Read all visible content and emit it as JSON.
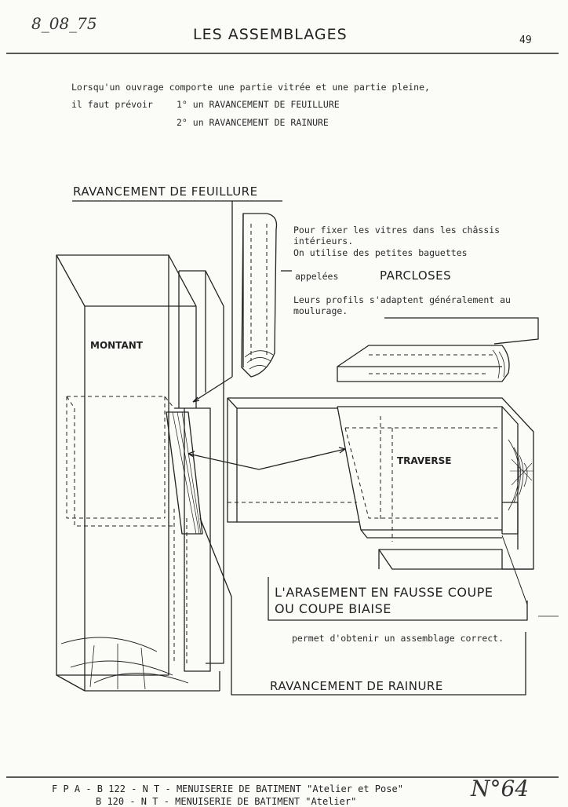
{
  "header": {
    "handwritten_date": "8_08_75",
    "title": "LES ASSEMBLAGES",
    "page_number": "49"
  },
  "intro": {
    "line1": "Lorsqu'un ouvrage comporte une partie vitrée et une partie pleine,",
    "line2_prefix": "il faut prévoir",
    "item1": "1° un RAVANCEMENT DE FEUILLURE",
    "item2": "2° un RAVANCEMENT DE RAINURE"
  },
  "diagram": {
    "heading_feuillure": "RAVANCEMENT DE FEUILLURE",
    "note_line1": "Pour fixer les vitres dans les châssis",
    "note_line2": "intérieurs.",
    "note_line3": "On utilise des petites baguettes",
    "note_appelees": "appelées",
    "note_parcloses": "PARCLOSES",
    "note_profils1": "Leurs profils s'adaptent généralement au",
    "note_profils2": "moulurage.",
    "label_montant": "MONTANT",
    "label_traverse": "TRAVERSE",
    "arasement_line1": "L'ARASEMENT EN FAUSSE COUPE",
    "arasement_line2": "OU COUPE BIAISE",
    "arasement_note": "permet d'obtenir un assemblage correct.",
    "heading_rainure": "RAVANCEMENT DE RAINURE"
  },
  "footer": {
    "line1": "F P A - B 122 - N T - MENUISERIE DE BATIMENT \"Atelier et Pose\"",
    "line2": "B 120 - N T - MENUISERIE DE BATIMENT \"Atelier\"",
    "handwritten_number": "N°64"
  }
}
